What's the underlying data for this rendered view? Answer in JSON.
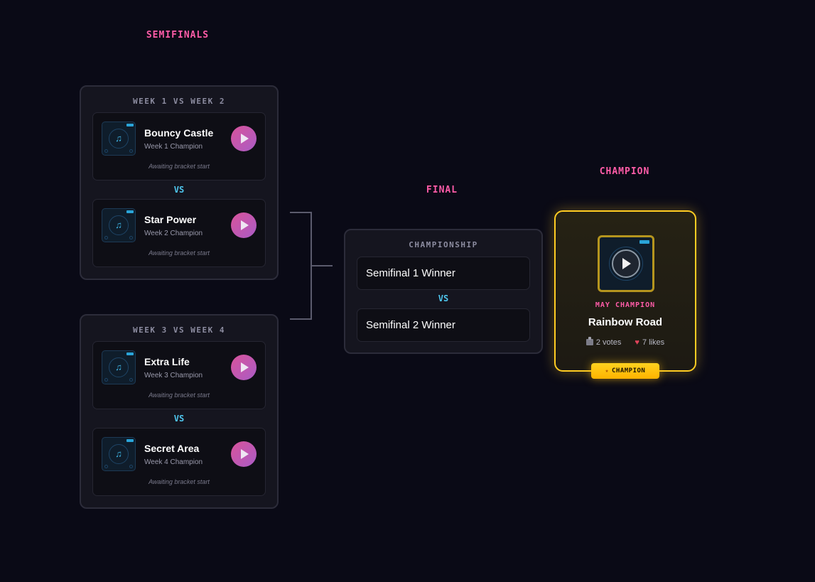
{
  "columns": {
    "semifinals": "SEMIFINALS",
    "final": "FINAL",
    "champion": "CHAMPION"
  },
  "semifinal_1": {
    "title": "WEEK 1 VS WEEK 2",
    "vs": "VS",
    "tracks": [
      {
        "name": "Bouncy Castle",
        "subtitle": "Week 1 Champion",
        "status": "Awaiting bracket start"
      },
      {
        "name": "Star Power",
        "subtitle": "Week 2 Champion",
        "status": "Awaiting bracket start"
      }
    ]
  },
  "semifinal_2": {
    "title": "WEEK 3 VS WEEK 4",
    "vs": "VS",
    "tracks": [
      {
        "name": "Extra Life",
        "subtitle": "Week 3 Champion",
        "status": "Awaiting bracket start"
      },
      {
        "name": "Secret Area",
        "subtitle": "Week 4 Champion",
        "status": "Awaiting bracket start"
      }
    ]
  },
  "final": {
    "title": "CHAMPIONSHIP",
    "vs": "VS",
    "slot_1": "Semifinal 1 Winner",
    "slot_2": "Semifinal 2 Winner"
  },
  "champion": {
    "label": "MAY CHAMPION",
    "name": "Rainbow Road",
    "votes": "2 votes",
    "likes": "7 likes",
    "badge": "CHAMPION"
  },
  "icons": {
    "track_art": "music-note-icon",
    "play": "play-icon",
    "votes": "ballot-box-icon",
    "likes": "heart-icon",
    "badge": "trophy-icon"
  },
  "colors": {
    "background": "#0a0a16",
    "heading_pink": "#ff5ca8",
    "vs_cyan": "#4fc7ef",
    "champion_gold": "#ffcc22"
  }
}
